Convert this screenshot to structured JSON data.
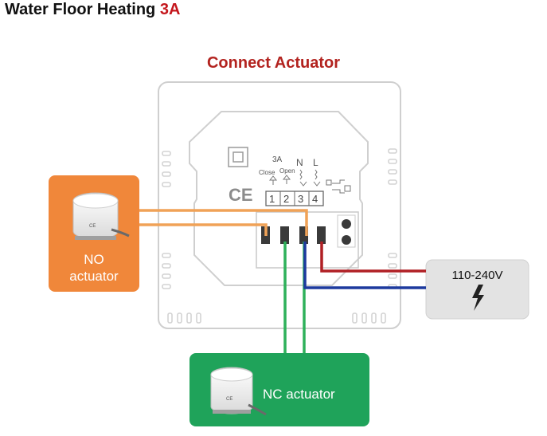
{
  "header": {
    "title_main": "Water Floor Heating",
    "title_rating": "3A"
  },
  "diagram": {
    "title": "Connect Actuator",
    "thermostat": {
      "rating_label": "3A",
      "close_label": "Close",
      "open_label": "Open",
      "neutral_label": "N",
      "live_label": "L",
      "terminal_numbers": [
        "1",
        "2",
        "3",
        "4"
      ],
      "ce_mark": "CE"
    },
    "no_actuator": {
      "line1": "NO",
      "line2": "actuator",
      "color": "#f0873a"
    },
    "nc_actuator": {
      "label": "NC actuator",
      "color": "#1fa35a"
    },
    "power_supply": {
      "label": "110-240V",
      "icon": "lightning-bolt-icon",
      "color": "#e3e3e3"
    },
    "wires": {
      "no_color": "#f0a257",
      "nc_color": "#2eb15a",
      "live_color": "#b01f24",
      "neutral_color": "#1d3a9e"
    }
  }
}
